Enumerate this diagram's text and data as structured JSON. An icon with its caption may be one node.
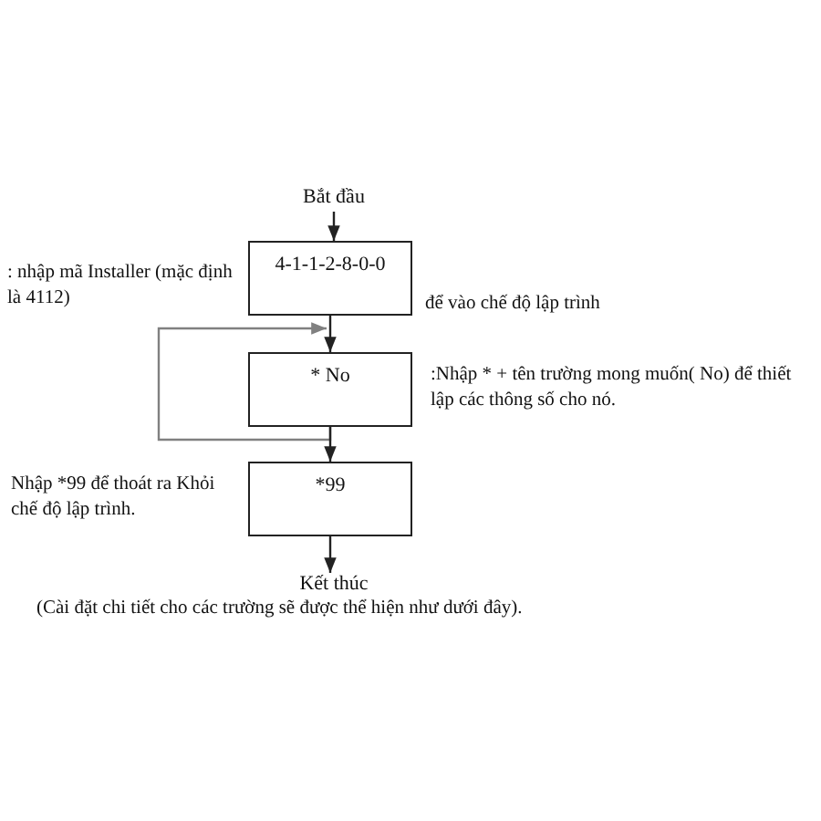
{
  "diagram": {
    "caption": "(Cài đặt chi tiết cho các trường sẽ được thể hiện như dưới đây).",
    "nodes": [
      {
        "text": [
          "Bắt đầu"
        ]
      },
      {
        "text": [
          "4-1-1-2-8-0-0"
        ],
        "beside": [
          ": nhập mã Installer (mặc định là 4112)",
          "để vào chế độ lập trình"
        ]
      },
      {
        "text": [
          "* No"
        ],
        "beside": [
          ":Nhập * + tên trường mong muốn( No) để thiết lập các thông số cho nó."
        ]
      },
      {
        "text": [
          "*99"
        ],
        "beside": [
          "Nhập *99 để thoát ra Khỏi chế độ lập trình."
        ]
      },
      {
        "text": [
          "Kết thúc"
        ]
      }
    ],
    "edges": [
      {
        "from": 0,
        "to": 1,
        "arrow": "to"
      },
      {
        "from": 1,
        "to": 2,
        "arrow": "to"
      },
      {
        "from": 2,
        "to": 2,
        "arrow": "to",
        "color": "#808080"
      },
      {
        "from": 2,
        "to": 3,
        "arrow": "to"
      },
      {
        "from": 3,
        "to": 4,
        "arrow": "to"
      }
    ]
  }
}
